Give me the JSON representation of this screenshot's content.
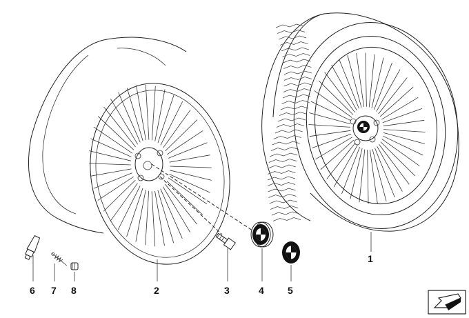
{
  "parts": [
    {
      "id": "tire-wheel-assembly",
      "number": "1"
    },
    {
      "id": "light-alloy-rim",
      "number": "2"
    },
    {
      "id": "wheel-bolt",
      "number": "3"
    },
    {
      "id": "hub-cap",
      "number": "4"
    },
    {
      "id": "badge-emblem",
      "number": "5"
    },
    {
      "id": "valve",
      "number": "6"
    },
    {
      "id": "valve-core",
      "number": "7"
    },
    {
      "id": "valve-cap",
      "number": "8"
    }
  ],
  "icons": [
    "view-direction-arrow-icon",
    "bmw-roundel-icon"
  ],
  "colors": {
    "line": "#222222",
    "background": "#ffffff",
    "roundel_blue": "#ffffff",
    "roundel_black": "#111111"
  }
}
